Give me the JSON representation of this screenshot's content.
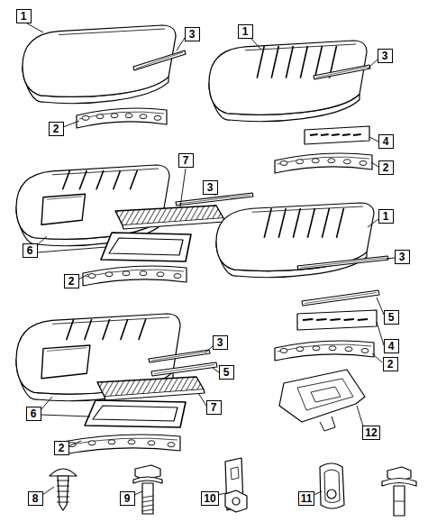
{
  "diagram": {
    "labels": [
      "1",
      "3",
      "2",
      "1",
      "3",
      "4",
      "2",
      "7",
      "3",
      "6",
      "2",
      "1",
      "3",
      "5",
      "4",
      "2",
      "3",
      "5",
      "7",
      "6",
      "2",
      "12",
      "8",
      "9",
      "10",
      "11"
    ]
  }
}
